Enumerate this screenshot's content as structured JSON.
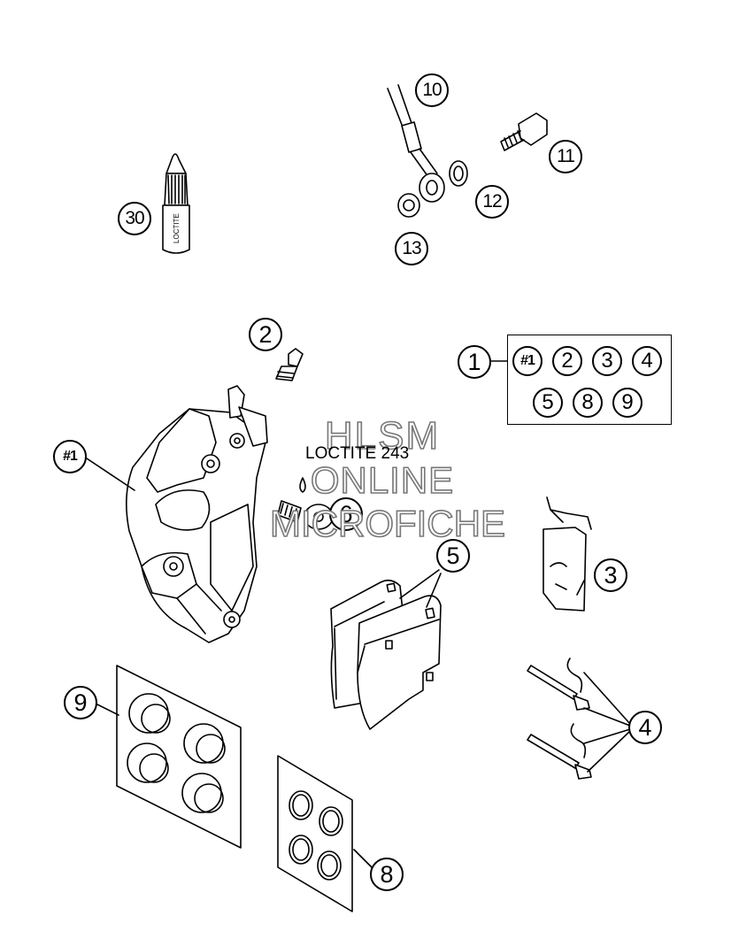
{
  "callouts": {
    "c10": "10",
    "c11": "11",
    "c12": "12",
    "c13": "13",
    "c30": "30",
    "c2": "2",
    "c1": "1",
    "c_hash1_left": "#1",
    "c6": "6",
    "c5": "5",
    "c3": "3",
    "c4": "4",
    "c9": "9",
    "c8": "8"
  },
  "kit_contents": [
    "#1",
    "2",
    "3",
    "4",
    "5",
    "8",
    "9"
  ],
  "labels": {
    "loctite_note": "LOCTITE 243",
    "bottle_label": "LOCTITE"
  },
  "watermark": {
    "line1": "HLSM",
    "line2": "ONLINE",
    "line3": "MICROFICHE"
  },
  "colors": {
    "line": "#000000",
    "background": "#ffffff",
    "watermark_outline": "#777777"
  }
}
